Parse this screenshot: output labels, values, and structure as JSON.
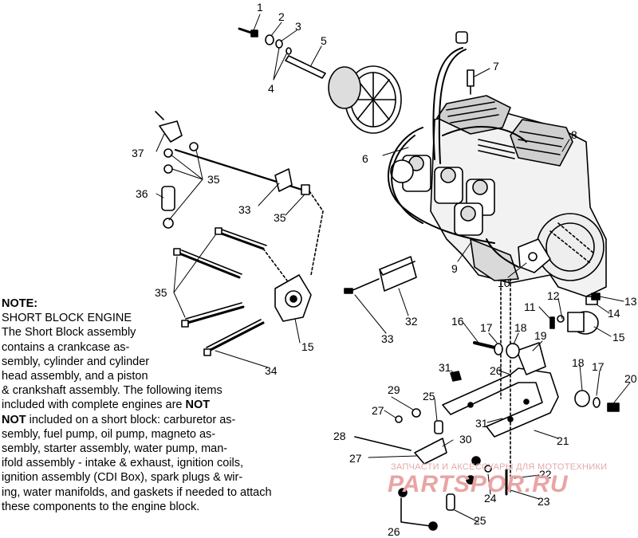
{
  "callouts": [
    {
      "id": "c1",
      "text": "1"
    },
    {
      "id": "c2",
      "text": "2"
    },
    {
      "id": "c3",
      "text": "3"
    },
    {
      "id": "c4",
      "text": "4"
    },
    {
      "id": "c5",
      "text": "5"
    },
    {
      "id": "c6",
      "text": "6"
    },
    {
      "id": "c7",
      "text": "7"
    },
    {
      "id": "c8",
      "text": "8"
    },
    {
      "id": "c9",
      "text": "9"
    },
    {
      "id": "c10",
      "text": "10"
    },
    {
      "id": "c11",
      "text": "11"
    },
    {
      "id": "c12",
      "text": "12"
    },
    {
      "id": "c13",
      "text": "13"
    },
    {
      "id": "c14",
      "text": "14"
    },
    {
      "id": "c15a",
      "text": "15"
    },
    {
      "id": "c15b",
      "text": "15"
    },
    {
      "id": "c16",
      "text": "16"
    },
    {
      "id": "c17a",
      "text": "17"
    },
    {
      "id": "c17b",
      "text": "17"
    },
    {
      "id": "c18a",
      "text": "18"
    },
    {
      "id": "c18b",
      "text": "18"
    },
    {
      "id": "c19",
      "text": "19"
    },
    {
      "id": "c20",
      "text": "20"
    },
    {
      "id": "c21",
      "text": "21"
    },
    {
      "id": "c22",
      "text": "22"
    },
    {
      "id": "c23",
      "text": "23"
    },
    {
      "id": "c24",
      "text": "24"
    },
    {
      "id": "c25a",
      "text": "25"
    },
    {
      "id": "c25b",
      "text": "25"
    },
    {
      "id": "c26a",
      "text": "26"
    },
    {
      "id": "c26b",
      "text": "26"
    },
    {
      "id": "c27a",
      "text": "27"
    },
    {
      "id": "c27b",
      "text": "27"
    },
    {
      "id": "c28",
      "text": "28"
    },
    {
      "id": "c29",
      "text": "29"
    },
    {
      "id": "c30",
      "text": "30"
    },
    {
      "id": "c31a",
      "text": "31"
    },
    {
      "id": "c31b",
      "text": "31"
    },
    {
      "id": "c32",
      "text": "32"
    },
    {
      "id": "c33a",
      "text": "33"
    },
    {
      "id": "c33b",
      "text": "33"
    },
    {
      "id": "c34",
      "text": "34"
    },
    {
      "id": "c35a",
      "text": "35"
    },
    {
      "id": "c35b",
      "text": "35"
    },
    {
      "id": "c35c",
      "text": "35"
    },
    {
      "id": "c36",
      "text": "36"
    },
    {
      "id": "c37",
      "text": "37"
    }
  ],
  "note": {
    "heading": "NOTE:",
    "line1": "SHORT BLOCK ENGINE",
    "line2": "The Short Block assembly",
    "line3": "contains a crankcase as-",
    "line4": "sembly, cylinder and cylinder",
    "line5": "head assembly, and a piston",
    "line6": "& crankshaft assembly.  The following items",
    "line7a": "included with complete engines are ",
    "line7b": "NOT",
    "line8a": "included on a short block:  carburetor as-",
    "line9": "sembly, fuel pump, oil pump, magneto as-",
    "line10": "sembly, starter assembly, water pump, man-",
    "line11": "ifold assembly - intake & exhaust, ignition coils,",
    "line12": "ignition assembly (CDI Box), spark plugs & wir-",
    "line13": "ing, water manifolds, and gaskets if needed to attach",
    "line14": "these components to the engine block."
  },
  "watermark": {
    "top_text": "ЗАПЧАСТИ И АКСЕССУАРЫ ДЛЯ МОТОТЕХНИКИ",
    "logo_text": "PARTSPOR.RU"
  }
}
